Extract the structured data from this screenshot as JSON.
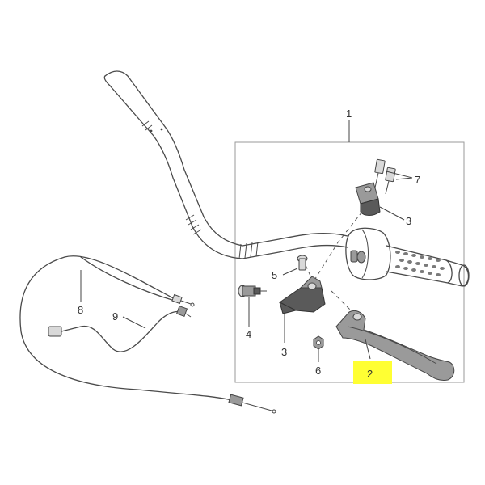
{
  "diagram": {
    "callouts": {
      "c1": "1",
      "c2": "2",
      "c3a": "3",
      "c3b": "3",
      "c4": "4",
      "c5": "5",
      "c6": "6",
      "c7": "7",
      "c8": "8",
      "c9": "9"
    },
    "highlight_color": "#ffff33"
  }
}
